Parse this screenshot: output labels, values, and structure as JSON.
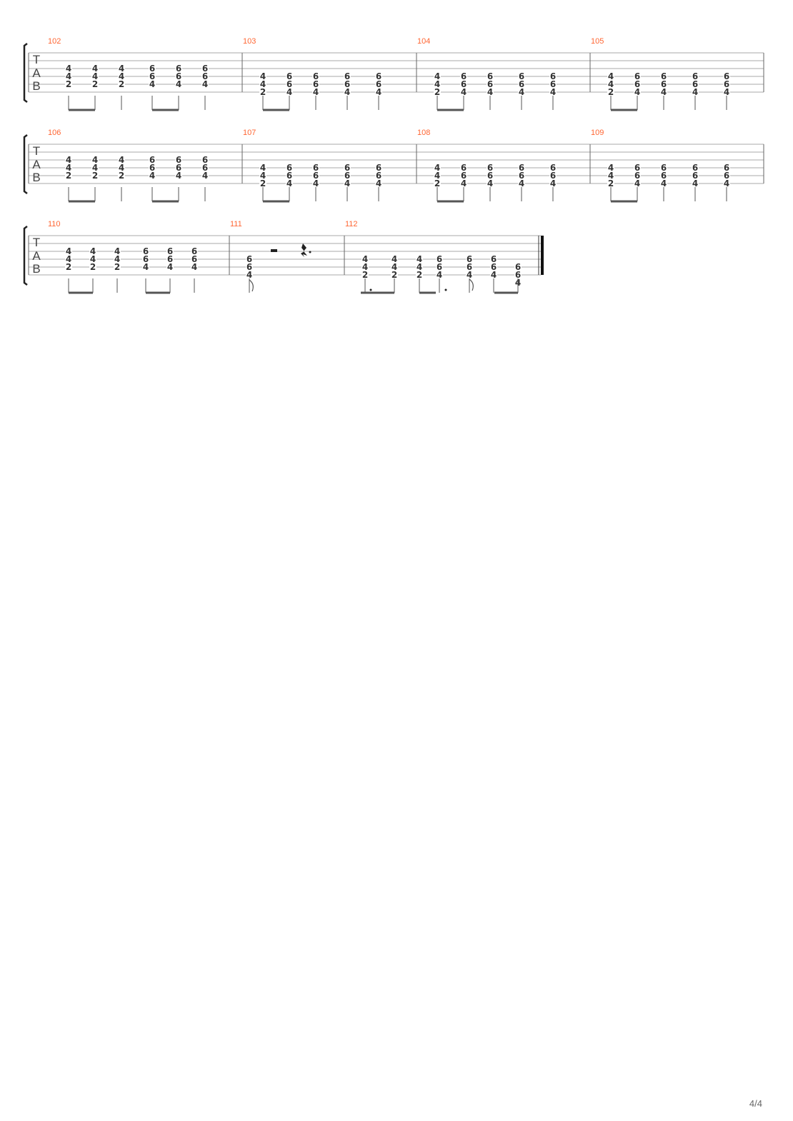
{
  "tab_clef": {
    "t": "T",
    "a": "A",
    "b": "B"
  },
  "colors": {
    "measure_number": "#ff6633",
    "staff_line": "#aaaaaa",
    "ink": "#333333"
  },
  "page_number": "4/4",
  "pattern_a": [
    [
      "4",
      "4",
      "2"
    ],
    [
      "4",
      "4",
      "2"
    ],
    [
      "4",
      "4",
      "2"
    ],
    [
      "6",
      "6",
      "4"
    ],
    [
      "6",
      "6",
      "4"
    ],
    [
      "6",
      "6",
      "4"
    ]
  ],
  "pattern_b": [
    [
      "4",
      "4",
      "2"
    ],
    [
      "6",
      "6",
      "4"
    ],
    [
      "6",
      "6",
      "4"
    ],
    [
      "6",
      "6",
      "4"
    ],
    [
      "6",
      "6",
      "4"
    ]
  ],
  "systems": [
    {
      "measures": [
        {
          "number": "102",
          "pattern": "a"
        },
        {
          "number": "103",
          "pattern": "b"
        },
        {
          "number": "104",
          "pattern": "b"
        },
        {
          "number": "105",
          "pattern": "b"
        }
      ]
    },
    {
      "measures": [
        {
          "number": "106",
          "pattern": "a"
        },
        {
          "number": "107",
          "pattern": "b"
        },
        {
          "number": "108",
          "pattern": "b"
        },
        {
          "number": "109",
          "pattern": "b"
        }
      ]
    },
    {
      "measures": [
        {
          "number": "110",
          "pattern": "a"
        },
        {
          "number": "111",
          "pattern": "rest",
          "chord": [
            "6",
            "6",
            "4"
          ]
        },
        {
          "number": "112",
          "pattern": "final",
          "chords": [
            [
              "4",
              "4",
              "2"
            ],
            [
              "4",
              "4",
              "2"
            ],
            [
              "4",
              "4",
              "2"
            ],
            [
              "6",
              "6",
              "4"
            ],
            [
              "6",
              "6",
              "4"
            ],
            [
              "6",
              "6",
              "4"
            ],
            [
              "6",
              "6",
              "4"
            ]
          ]
        }
      ]
    }
  ]
}
